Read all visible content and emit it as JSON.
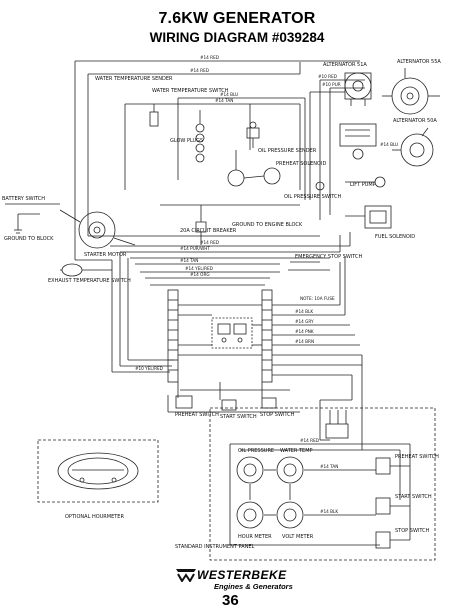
{
  "header": {
    "title": "7.6KW GENERATOR",
    "subtitle": "WIRING DIAGRAM #039284"
  },
  "labels": {
    "alternator_12a": "ALTERNATOR 51A",
    "alternator_55a": "ALTERNATOR 55A",
    "alternator_50a": "ALTERNATOR 50A",
    "water_temp_sender": "WATER TEMPERATURE SENDER",
    "water_temp_switch": "WATER TEMPERATURE SWITCH",
    "glow_plugs": "GLOW PLUGS",
    "oil_pressure_sender": "OIL PRESSURE SENDER",
    "preheat_solenoid": "PREHEAT SOLENOID",
    "oil_pressure_switch": "OIL PRESSURE SWITCH",
    "lift_pump": "LIFT PUMP",
    "fuel_solenoid": "FUEL SOLENOID",
    "battery_switch": "BATTERY SWITCH",
    "ground_to_block": "GROUND TO BLOCK",
    "starter_motor": "STARTER MOTOR",
    "circuit_breaker": "20A CIRCUIT BREAKER",
    "ground_engine_block": "GROUND TO ENGINE BLOCK",
    "exhaust_temp_switch": "EXHAUST TEMPERATURE SWITCH",
    "emergency_stop_switch": "EMERGENCY STOP SWITCH",
    "preheat_switch": "PREHEAT SWITCH",
    "start_switch": "START SWITCH",
    "stop_switch": "STOP SWITCH",
    "optional_hourmeter": "OPTIONAL HOURMETER",
    "oil_pressure_gauge": "OIL PRESSURE",
    "water_temp_gauge": "WATER TEMP",
    "hour_meter": "HOUR METER",
    "volt_meter": "VOLT METER",
    "standard_panel": "STANDARD INSTRUMENT PANEL",
    "panel_preheat": "PREHEAT SWITCH",
    "panel_start": "START SWITCH",
    "panel_stop": "STOP SWITCH",
    "wire_red": "#14 RED",
    "wire_blu": "#14 BLU",
    "wire_tan": "#14 TAN",
    "wire_yel_red": "#14 YEL/RED",
    "wire_pur_wht": "#14 PUR/WHT",
    "wire_org": "#14 ORG",
    "wire_blk": "#14 BLK",
    "wire_gry": "#14 GRY",
    "wire_pnk": "#14 PNK",
    "wire_brn": "#14 BRN",
    "wire_10_red": "#10 RED",
    "wire_10_pur": "#10 PUR",
    "wire_10_yel": "#10 YEL/RED",
    "relay_note": "NOTE: 10A FUSE"
  },
  "footer": {
    "brand": "WESTERBEKE",
    "brand_sub": "Engines & Generators",
    "page_number": "36"
  }
}
